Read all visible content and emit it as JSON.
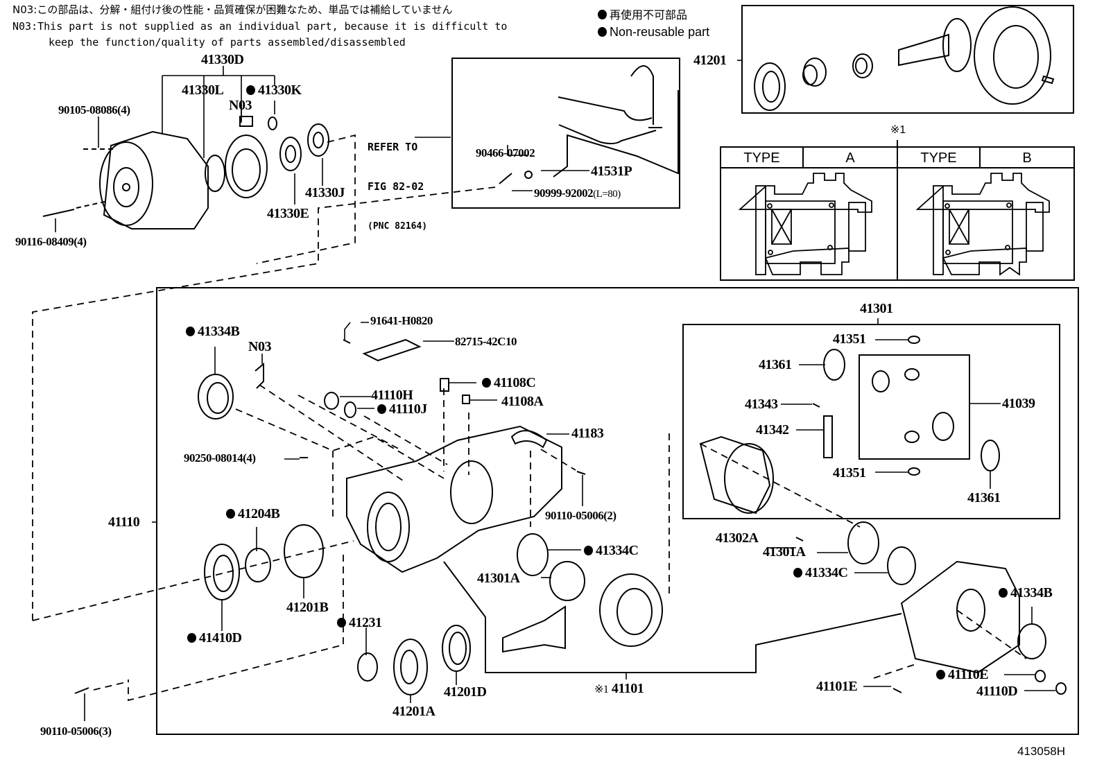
{
  "notes": {
    "jp": "N03:この部品は、分解・組付け後の性能・品質確保が困難なため、単品では補給していません",
    "en_line1": "N03:This part is not supplied as an individual part, because it is difficult to",
    "en_line2": "keep the function/quality of parts assembled/disassembled"
  },
  "legend": {
    "jp": "再使用不可部品",
    "en": "Non-reusable part"
  },
  "reference": {
    "line1": "REFER TO",
    "line2": "FIG 82-02",
    "line3": "(PNC 82164)"
  },
  "type_table": {
    "marker": "※1",
    "headers": [
      "TYPE",
      "A",
      "TYPE",
      "B"
    ]
  },
  "figure_id": "413058H",
  "parts": {
    "p41330D": {
      "number": "41330D",
      "non_reusable": false
    },
    "p41330L": {
      "number": "41330L",
      "non_reusable": false
    },
    "p41330K": {
      "number": "41330K",
      "non_reusable": true
    },
    "pN03a": {
      "number": "N03",
      "non_reusable": false
    },
    "p90105": {
      "number": "90105-08086(4)",
      "non_reusable": false
    },
    "p90116": {
      "number": "90116-08409(4)",
      "non_reusable": false
    },
    "p41330E": {
      "number": "41330E",
      "non_reusable": false
    },
    "p41330J": {
      "number": "41330J",
      "non_reusable": false
    },
    "p90466": {
      "number": "90466-07002",
      "non_reusable": false
    },
    "p41531P": {
      "number": "41531P",
      "non_reusable": false
    },
    "p90999": {
      "number": "90999-92002",
      "suffix": "(L=80)",
      "non_reusable": false
    },
    "p41201": {
      "number": "41201",
      "non_reusable": false
    },
    "p41334B_l": {
      "number": "41334B",
      "non_reusable": true
    },
    "pN03b": {
      "number": "N03",
      "non_reusable": false
    },
    "p91641": {
      "number": "91641-H0820",
      "non_reusable": false
    },
    "p82715": {
      "number": "82715-42C10",
      "non_reusable": false
    },
    "p41110H": {
      "number": "41110H",
      "non_reusable": false
    },
    "p41110J": {
      "number": "41110J",
      "non_reusable": true
    },
    "p41108C": {
      "number": "41108C",
      "non_reusable": true
    },
    "p41108A": {
      "number": "41108A",
      "non_reusable": false
    },
    "p41183": {
      "number": "41183",
      "non_reusable": false
    },
    "p90250": {
      "number": "90250-08014(4)",
      "non_reusable": false
    },
    "p90110_2": {
      "number": "90110-05006(2)",
      "non_reusable": false
    },
    "p41110": {
      "number": "41110",
      "non_reusable": false
    },
    "p41204B": {
      "number": "41204B",
      "non_reusable": true
    },
    "p41201B": {
      "number": "41201B",
      "non_reusable": false
    },
    "p41410D": {
      "number": "41410D",
      "non_reusable": true
    },
    "p41231": {
      "number": "41231",
      "non_reusable": true
    },
    "p41201A": {
      "number": "41201A",
      "non_reusable": false
    },
    "p41201D": {
      "number": "41201D",
      "non_reusable": false
    },
    "p90110_3": {
      "number": "90110-05006(3)",
      "non_reusable": false
    },
    "p41334C_l": {
      "number": "41334C",
      "non_reusable": true
    },
    "p41301A_l": {
      "number": "41301A",
      "non_reusable": false
    },
    "p41101": {
      "number": "41101",
      "prefix": "※1",
      "non_reusable": false
    },
    "p41301": {
      "number": "41301",
      "non_reusable": false
    },
    "p41351_t": {
      "number": "41351",
      "non_reusable": false
    },
    "p41361_l": {
      "number": "41361",
      "non_reusable": false
    },
    "p41343": {
      "number": "41343",
      "non_reusable": false
    },
    "p41342": {
      "number": "41342",
      "non_reusable": false
    },
    "p41039": {
      "number": "41039",
      "non_reusable": false
    },
    "p41351_b": {
      "number": "41351",
      "non_reusable": false
    },
    "p41361_r": {
      "number": "41361",
      "non_reusable": false
    },
    "p41302A": {
      "number": "41302A",
      "non_reusable": false
    },
    "p41301A_r": {
      "number": "41301A",
      "non_reusable": false
    },
    "p41334C_r": {
      "number": "41334C",
      "non_reusable": true
    },
    "p41334B_r": {
      "number": "41334B",
      "non_reusable": true
    },
    "p41110E": {
      "number": "41110E",
      "non_reusable": true
    },
    "p41101E": {
      "number": "41101E",
      "non_reusable": false
    },
    "p41110D": {
      "number": "41110D",
      "non_reusable": false
    }
  }
}
